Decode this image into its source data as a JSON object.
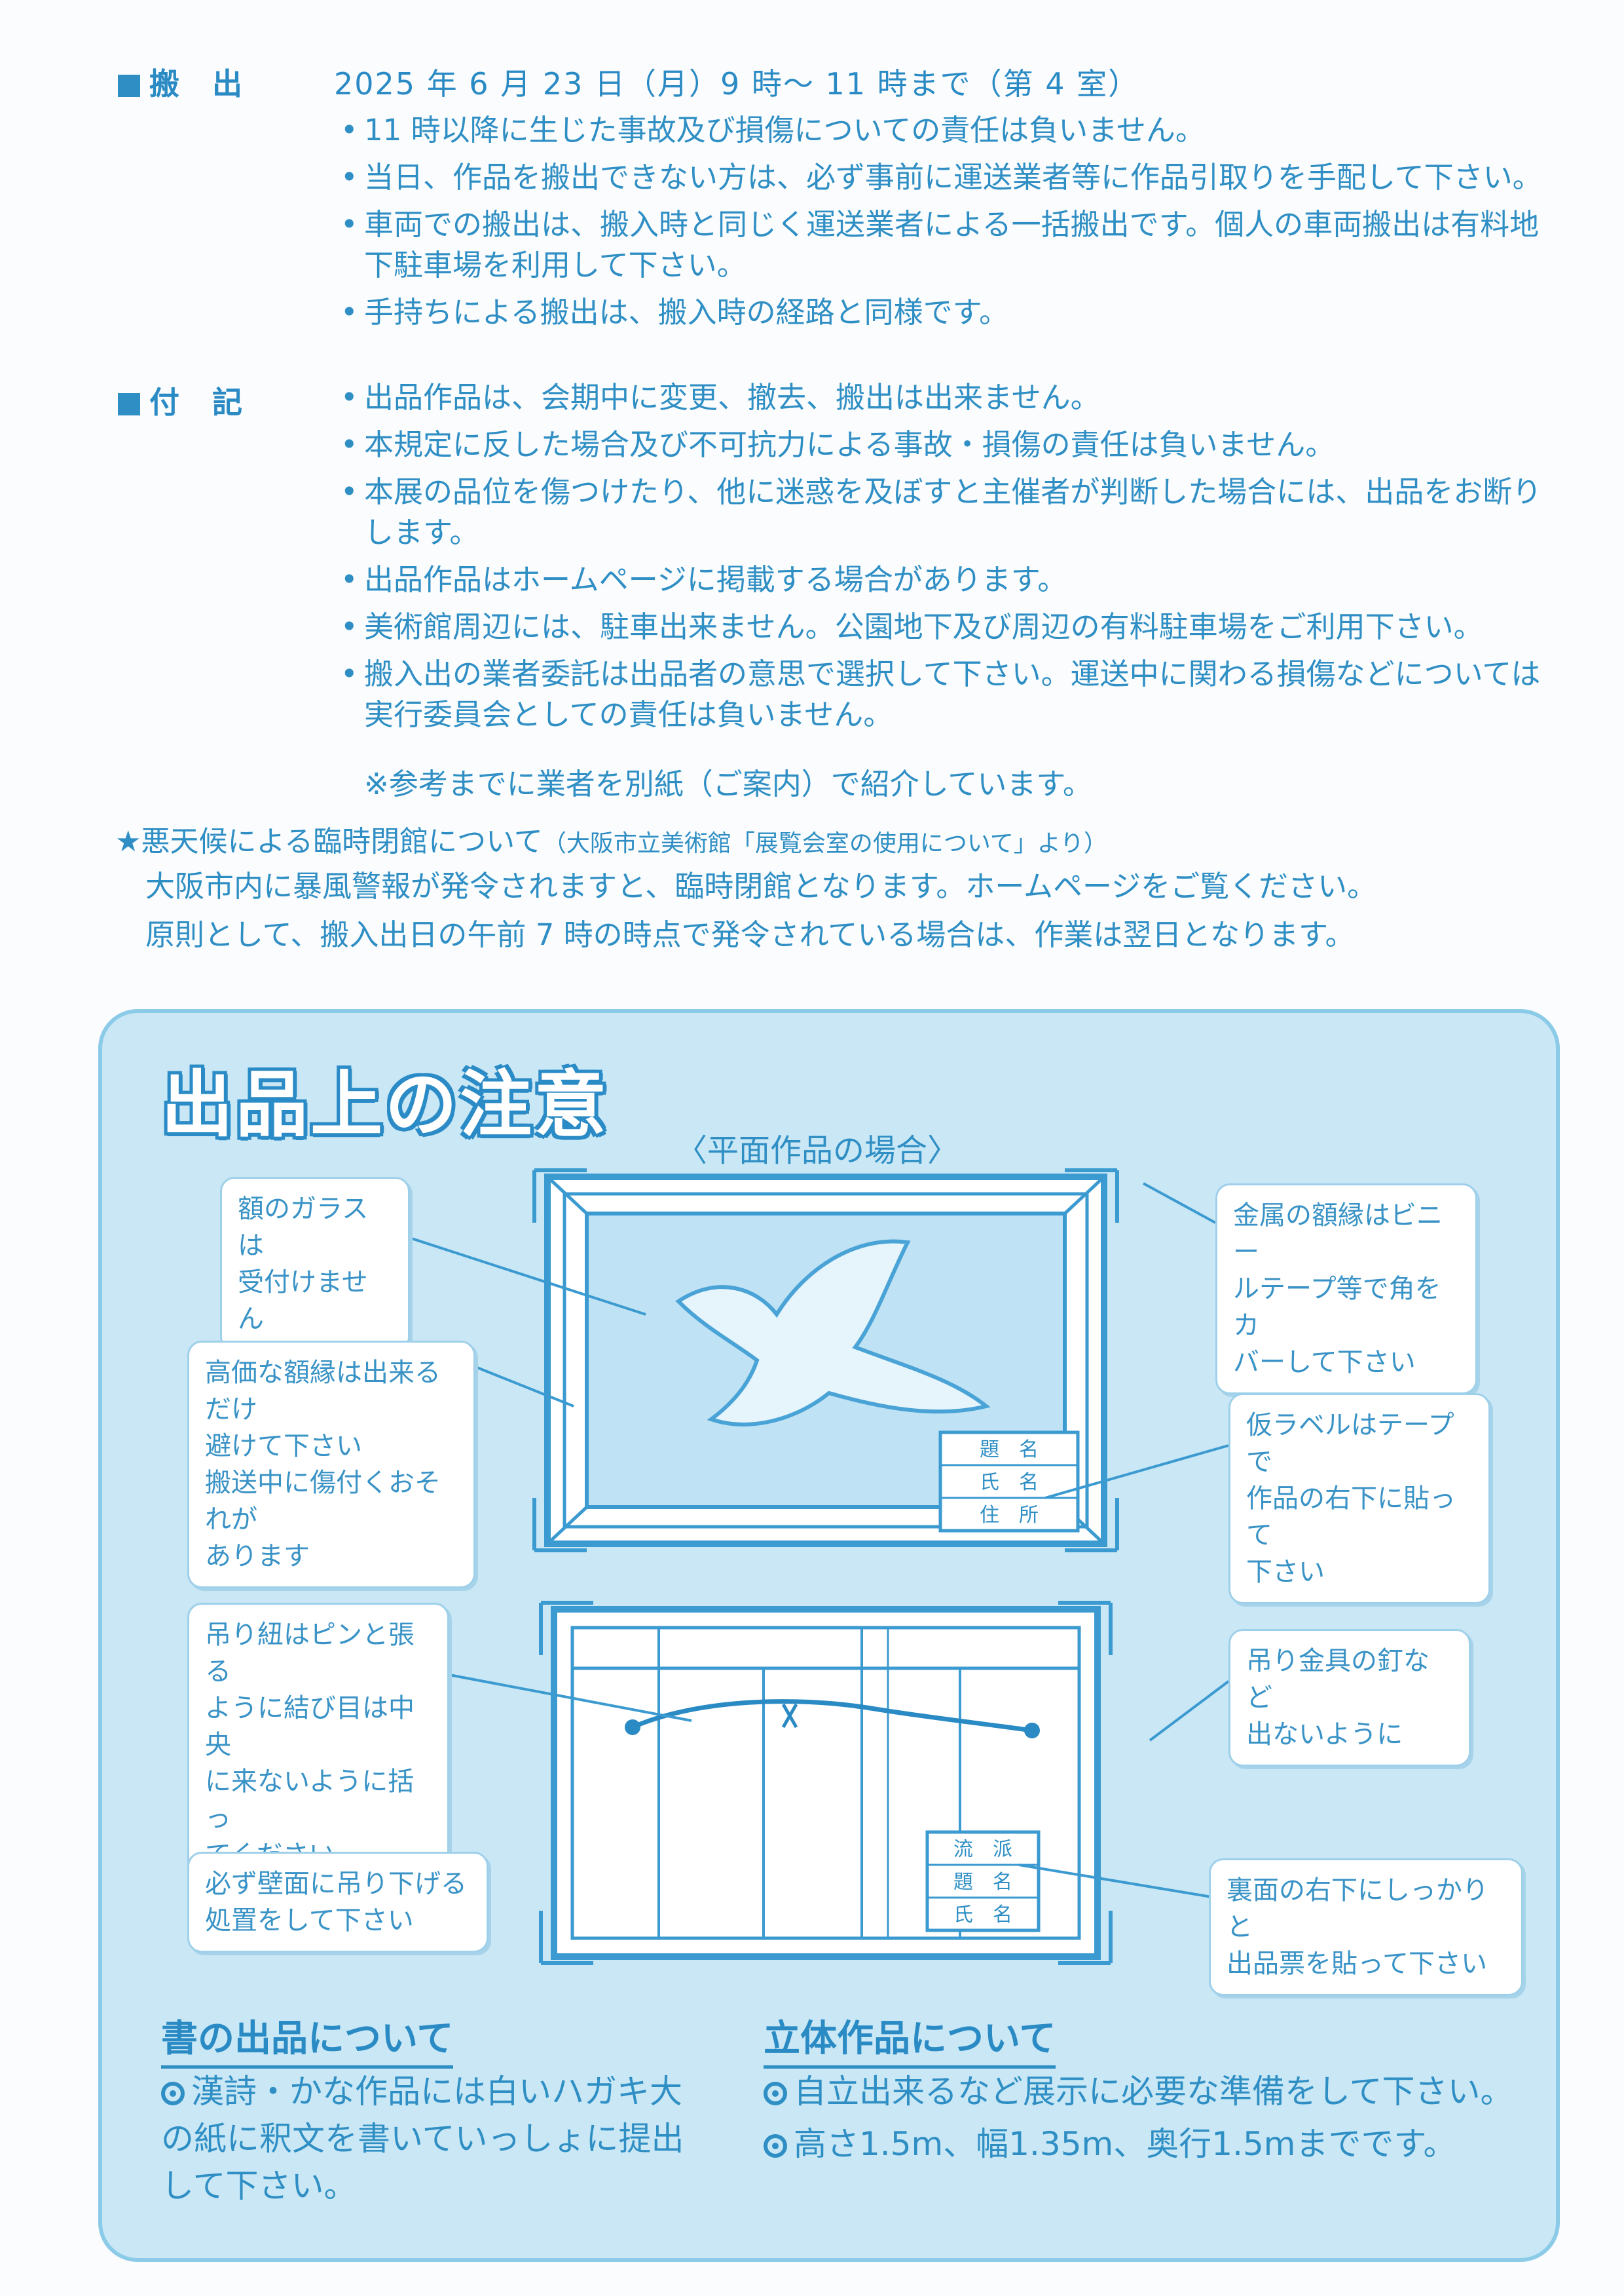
{
  "carryout": {
    "label": "搬　出",
    "schedule": "2025 年 6 月 23 日（月）9 時～ 11 時まで（第 4 室）",
    "bullets": [
      "11 時以降に生じた事故及び損傷についての責任は負いません。",
      "当日、作品を搬出できない方は、必ず事前に運送業者等に作品引取りを手配して下さい。",
      "車両での搬出は、搬入時と同じく運送業者による一括搬出です。個人の車両搬出は有料地下駐車場を利用して下さい。",
      "手持ちによる搬出は、搬入時の経路と同様です。"
    ]
  },
  "notes": {
    "label": "付　記",
    "bullets": [
      "出品作品は、会期中に変更、撤去、搬出は出来ません。",
      "本規定に反した場合及び不可抗力による事故・損傷の責任は負いません。",
      "本展の品位を傷つけたり、他に迷惑を及ぼすと主催者が判断した場合には、出品をお断りします。",
      "出品作品はホームページに掲載する場合があります。",
      "美術館周辺には、駐車出来ません。公園地下及び周辺の有料駐車場をご利用下さい。",
      "搬入出の業者委託は出品者の意思で選択して下さい。運送中に関わる損傷などについては実行委員会としての責任は負いません。"
    ],
    "reference": "※参考までに業者を別紙（ご案内）で紹介しています。"
  },
  "weather": {
    "title": "★悪天候による臨時閉館について",
    "source": "（大阪市立美術館「展覧会室の使用について」より）",
    "line1": "大阪市内に暴風警報が発令されますと、臨時閉館となります。ホームページをご覧ください。",
    "line2": "原則として、搬入出日の午前 7 時の時点で発令されている場合は、作業は翌日となります。"
  },
  "caution": {
    "title": "出品上の注意",
    "flat_heading": "〈平面作品の場合〉",
    "callouts": {
      "glass": [
        "額のガラスは",
        "受付けません"
      ],
      "expensive": [
        "高価な額縁は出来るだけ",
        "避けて下さい",
        "搬送中に傷付くおそれが",
        "あります"
      ],
      "string": [
        "吊り紐はピンと張る",
        "ように結び目は中央",
        "に来ないように括っ",
        "てください"
      ],
      "hang": [
        "必ず壁面に吊り下げる",
        "処置をして下さい"
      ],
      "metal_frame": [
        "金属の額縁はビニー",
        "ルテープ等で角をカ",
        "バーして下さい"
      ],
      "temp_label": [
        "仮ラベルはテープで",
        "作品の右下に貼って",
        "下さい"
      ],
      "nails": [
        "吊り金具の釘など",
        "出ないように"
      ],
      "back_label": [
        "裏面の右下にしっかりと",
        "出品票を貼って下さい"
      ]
    },
    "label_front": [
      "題　名",
      "氏　名",
      "住　所"
    ],
    "label_back": [
      "流　派",
      "題　名",
      "氏　名"
    ],
    "calligraphy": {
      "title": "書の出品について",
      "item": "漢詩・かな作品には白いハガキ大の紙に釈文を書いていっしょに提出して下さい。"
    },
    "sculpture": {
      "title": "立体作品について",
      "items": [
        "自立出来るなど展示に必要な準備をして下さい。",
        "高さ1.5m、幅1.35m、奥行1.5mまでです。"
      ]
    }
  },
  "colors": {
    "text": "#2f8fc4",
    "panel": "#c9e7f5",
    "accent": "#2a8ac4"
  }
}
